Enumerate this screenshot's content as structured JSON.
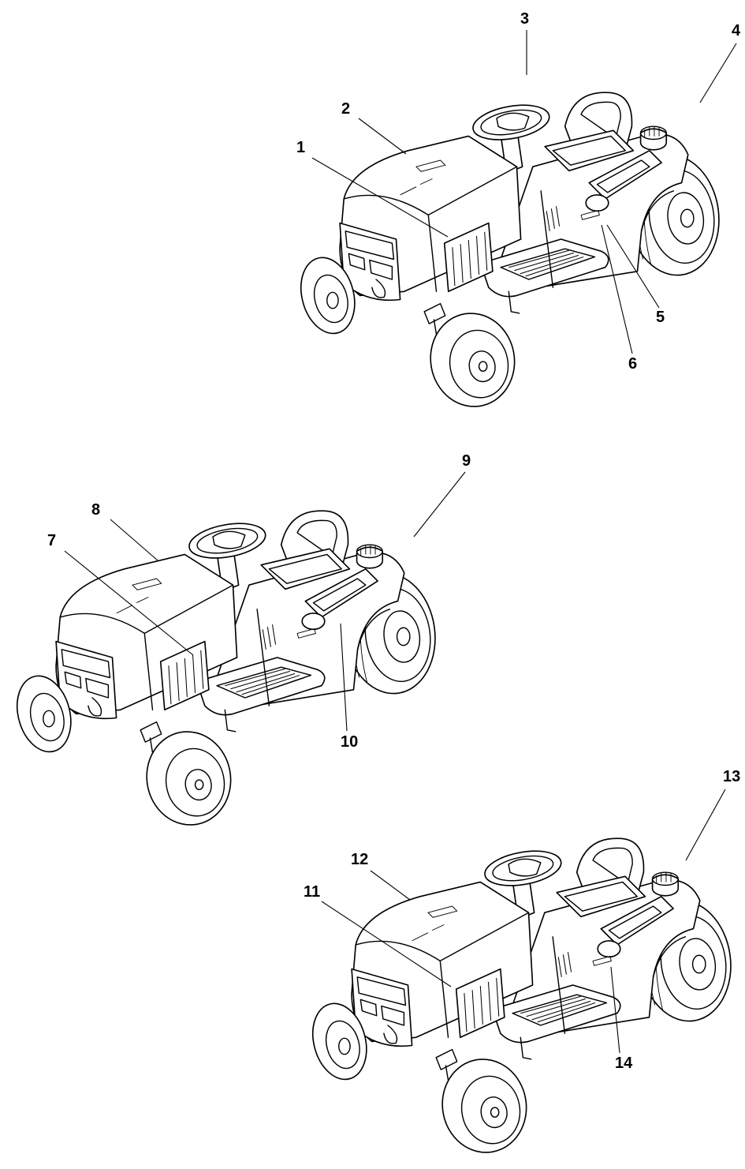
{
  "diagram": {
    "views": [
      {
        "id": "view-top",
        "callouts": [
          {
            "label": "1"
          },
          {
            "label": "2"
          },
          {
            "label": "3"
          },
          {
            "label": "4"
          },
          {
            "label": "5"
          },
          {
            "label": "6"
          }
        ]
      },
      {
        "id": "view-middle",
        "callouts": [
          {
            "label": "7"
          },
          {
            "label": "8"
          },
          {
            "label": "9"
          },
          {
            "label": "10"
          }
        ]
      },
      {
        "id": "view-bottom",
        "callouts": [
          {
            "label": "11"
          },
          {
            "label": "12"
          },
          {
            "label": "13"
          },
          {
            "label": "14"
          }
        ]
      }
    ]
  }
}
